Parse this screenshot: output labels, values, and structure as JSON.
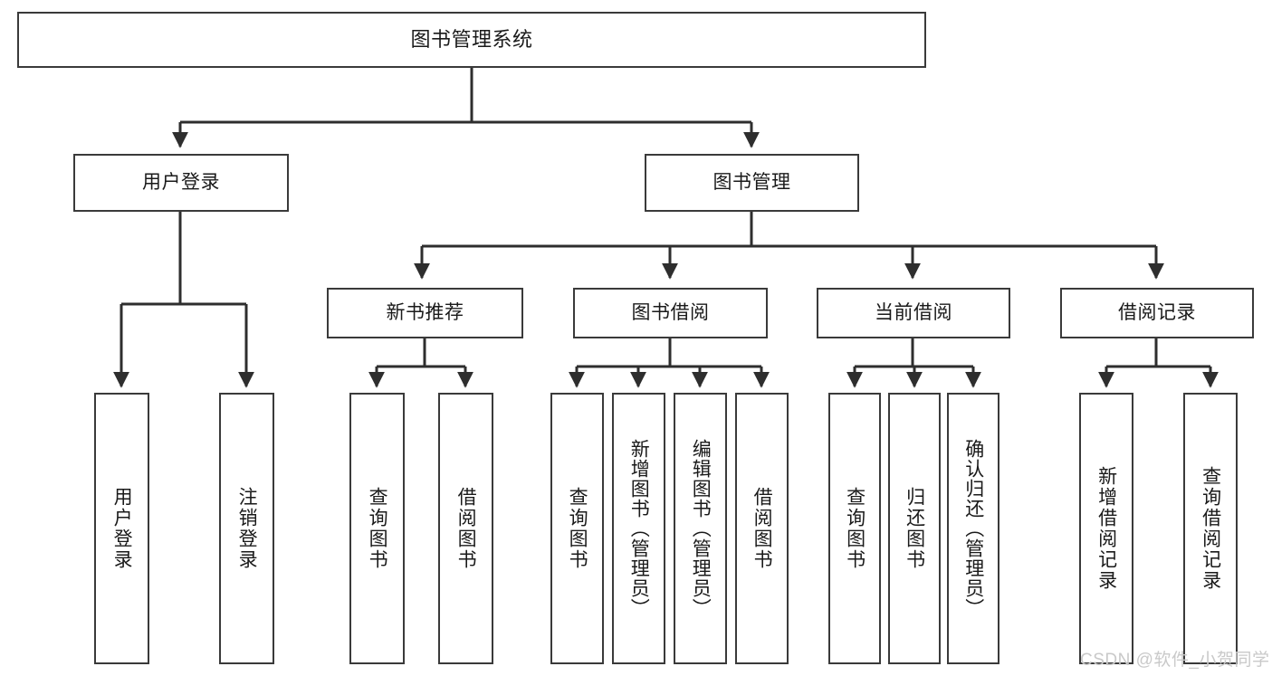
{
  "diagram": {
    "type": "tree-hierarchy",
    "title": "图书管理系统",
    "watermark": "CSDN @软件_小贺同学",
    "colors": {
      "background": "#ffffff",
      "box_border": "#3a3a3a",
      "box_fill": "#ffffff",
      "connector": "#2e2e2e",
      "text": "#1a1a1a",
      "watermark": "#c9c9c9"
    },
    "nodes": {
      "root": {
        "label": "图书管理系统"
      },
      "level1": [
        {
          "label": "用户登录"
        },
        {
          "label": "图书管理"
        }
      ],
      "level2": [
        {
          "label": "新书推荐"
        },
        {
          "label": "图书借阅"
        },
        {
          "label": "当前借阅"
        },
        {
          "label": "借阅记录"
        }
      ],
      "leaves": {
        "user_login": [
          {
            "label": "用户登录"
          },
          {
            "label": "注销登录"
          }
        ],
        "new_books": [
          {
            "label": "查询图书"
          },
          {
            "label": "借阅图书"
          }
        ],
        "borrow": [
          {
            "label": "查询图书"
          },
          {
            "label": "新增图书（管理员）"
          },
          {
            "label": "编辑图书（管理员）"
          },
          {
            "label": "借阅图书"
          }
        ],
        "current": [
          {
            "label": "查询图书"
          },
          {
            "label": "归还图书"
          },
          {
            "label": "确认归还（管理员）"
          }
        ],
        "records": [
          {
            "label": "新增借阅记录"
          },
          {
            "label": "查询借阅记录"
          }
        ]
      }
    }
  }
}
